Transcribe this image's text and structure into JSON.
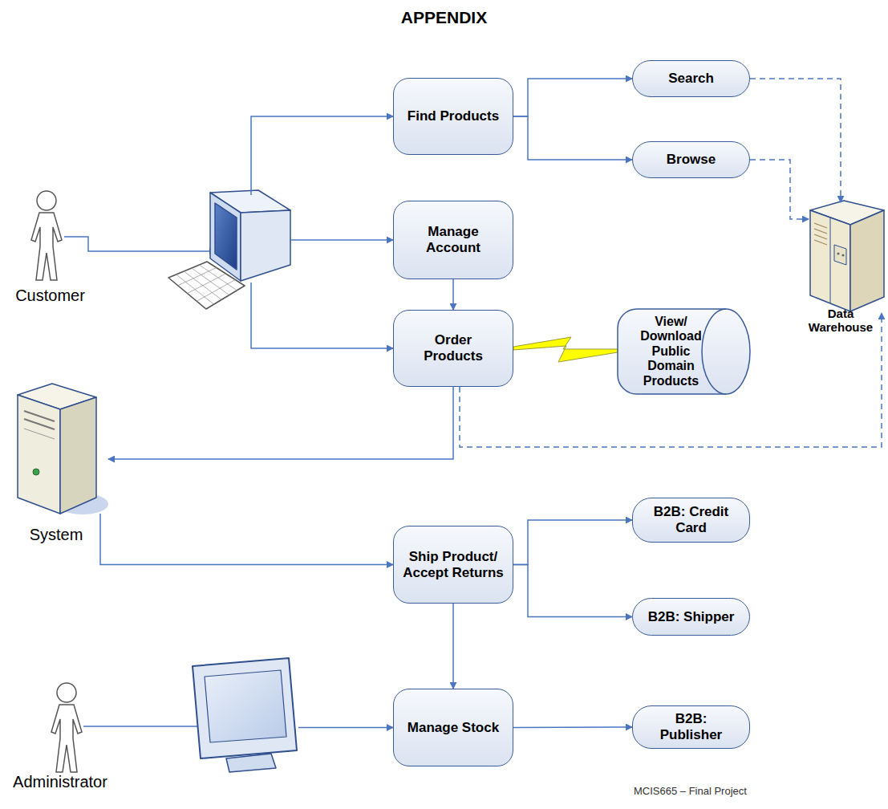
{
  "diagram": {
    "title": "APPENDIX",
    "caption": "MCIS665 – Final Project",
    "nodes": [
      {
        "text": [
          "Find Products"
        ]
      },
      {
        "text": [
          "Search"
        ]
      },
      {
        "text": [
          "Browse"
        ]
      },
      {
        "text": [
          "Customer"
        ]
      },
      {
        "text": [
          "Manage Account"
        ]
      },
      {
        "text": [
          "Data Warehouse"
        ]
      },
      {
        "text": [
          "Order Products"
        ]
      },
      {
        "text": [
          "View/ Download Public Domain Products"
        ]
      },
      {
        "text": [
          "System"
        ]
      },
      {
        "text": [
          "Ship Product/ Accept Returns"
        ]
      },
      {
        "text": [
          "B2B: Credit Card"
        ]
      },
      {
        "text": [
          "B2B: Shipper"
        ]
      },
      {
        "text": [
          "Administrator"
        ]
      },
      {
        "text": [
          "Manage Stock"
        ]
      },
      {
        "text": [
          "B2B: Publisher"
        ]
      }
    ],
    "edges": [
      {
        "from": 3,
        "to": 0,
        "arrow": "to"
      },
      {
        "from": 3,
        "to": 4,
        "arrow": "to"
      },
      {
        "from": 3,
        "to": 6,
        "arrow": "to"
      },
      {
        "from": 0,
        "to": 1,
        "arrow": "to"
      },
      {
        "from": 0,
        "to": 2,
        "arrow": "to"
      },
      {
        "from": 1,
        "to": 5,
        "arrow": "to"
      },
      {
        "from": 2,
        "to": 5,
        "arrow": "to"
      },
      {
        "from": 4,
        "to": 6,
        "arrow": "to"
      },
      {
        "from": 6,
        "to": 7,
        "arrow": "none"
      },
      {
        "from": 6,
        "to": 8,
        "arrow": "to"
      },
      {
        "from": 6,
        "to": 5,
        "arrow": "to"
      },
      {
        "from": 8,
        "to": 9,
        "arrow": "to"
      },
      {
        "from": 9,
        "to": 10,
        "arrow": "to"
      },
      {
        "from": 9,
        "to": 11,
        "arrow": "to"
      },
      {
        "from": 9,
        "to": 13,
        "arrow": "to"
      },
      {
        "from": 12,
        "to": 13,
        "arrow": "to"
      },
      {
        "from": 13,
        "to": 14,
        "arrow": "to"
      }
    ]
  }
}
